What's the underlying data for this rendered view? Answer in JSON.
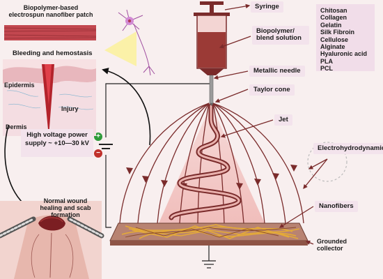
{
  "labels": {
    "patch_title": "Biopolymer-based electrospun nanofiber patch",
    "bleeding": "Bleeding and hemostasis",
    "epidermis": "Epidermis",
    "injury": "Injury",
    "dermis": "Dermis",
    "syringe": "Syringe",
    "solution": "Biopolymer/ blend solution",
    "needle": "Metallic needle",
    "taylor": "Taylor cone",
    "jet": "Jet",
    "ehd": "Electrohydrodynamics",
    "nanofibers": "Nanofibers",
    "collector": "Grounded collector",
    "hv": "High voltage power supply ~ +10—30 kV",
    "wound": "Normal wound healing and scab formation",
    "plus": "+",
    "minus": "−"
  },
  "materials": [
    "Chitosan",
    "Collagen",
    "Gelatin",
    "Silk Fibroin",
    "Cellulose",
    "Alginate",
    "Hyaluronic acid",
    "PLA",
    "PCL"
  ],
  "colors": {
    "accent": "#7a2b2b",
    "cone": "#f2c4c2",
    "fiber": "#e1a93a",
    "plate": "#b67a6b",
    "label_bg": "#f3e3ec",
    "plus": "#2e9b3a",
    "minus": "#c0302b"
  }
}
